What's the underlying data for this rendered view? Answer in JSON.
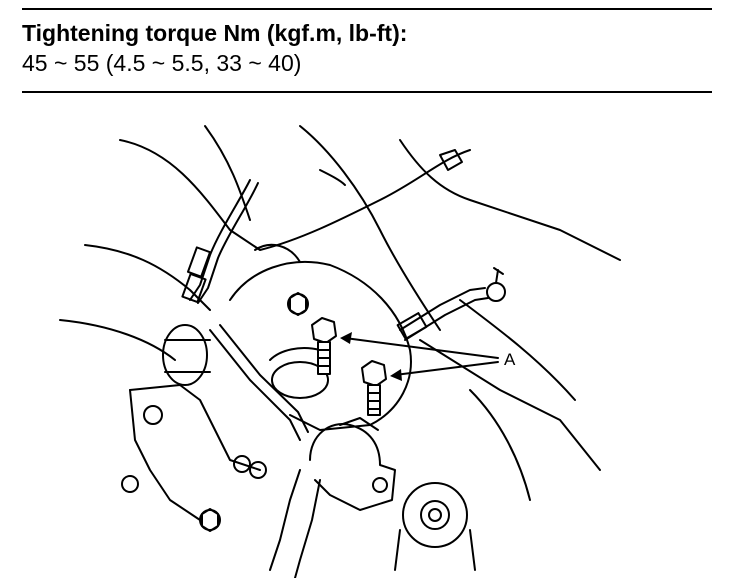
{
  "spec": {
    "title": "Tightening torque Nm (kgf.m, lb-ft):",
    "value": "45 ~ 55 (4.5 ~ 5.5, 33 ~ 40)"
  },
  "diagram": {
    "callout_label": "A"
  }
}
